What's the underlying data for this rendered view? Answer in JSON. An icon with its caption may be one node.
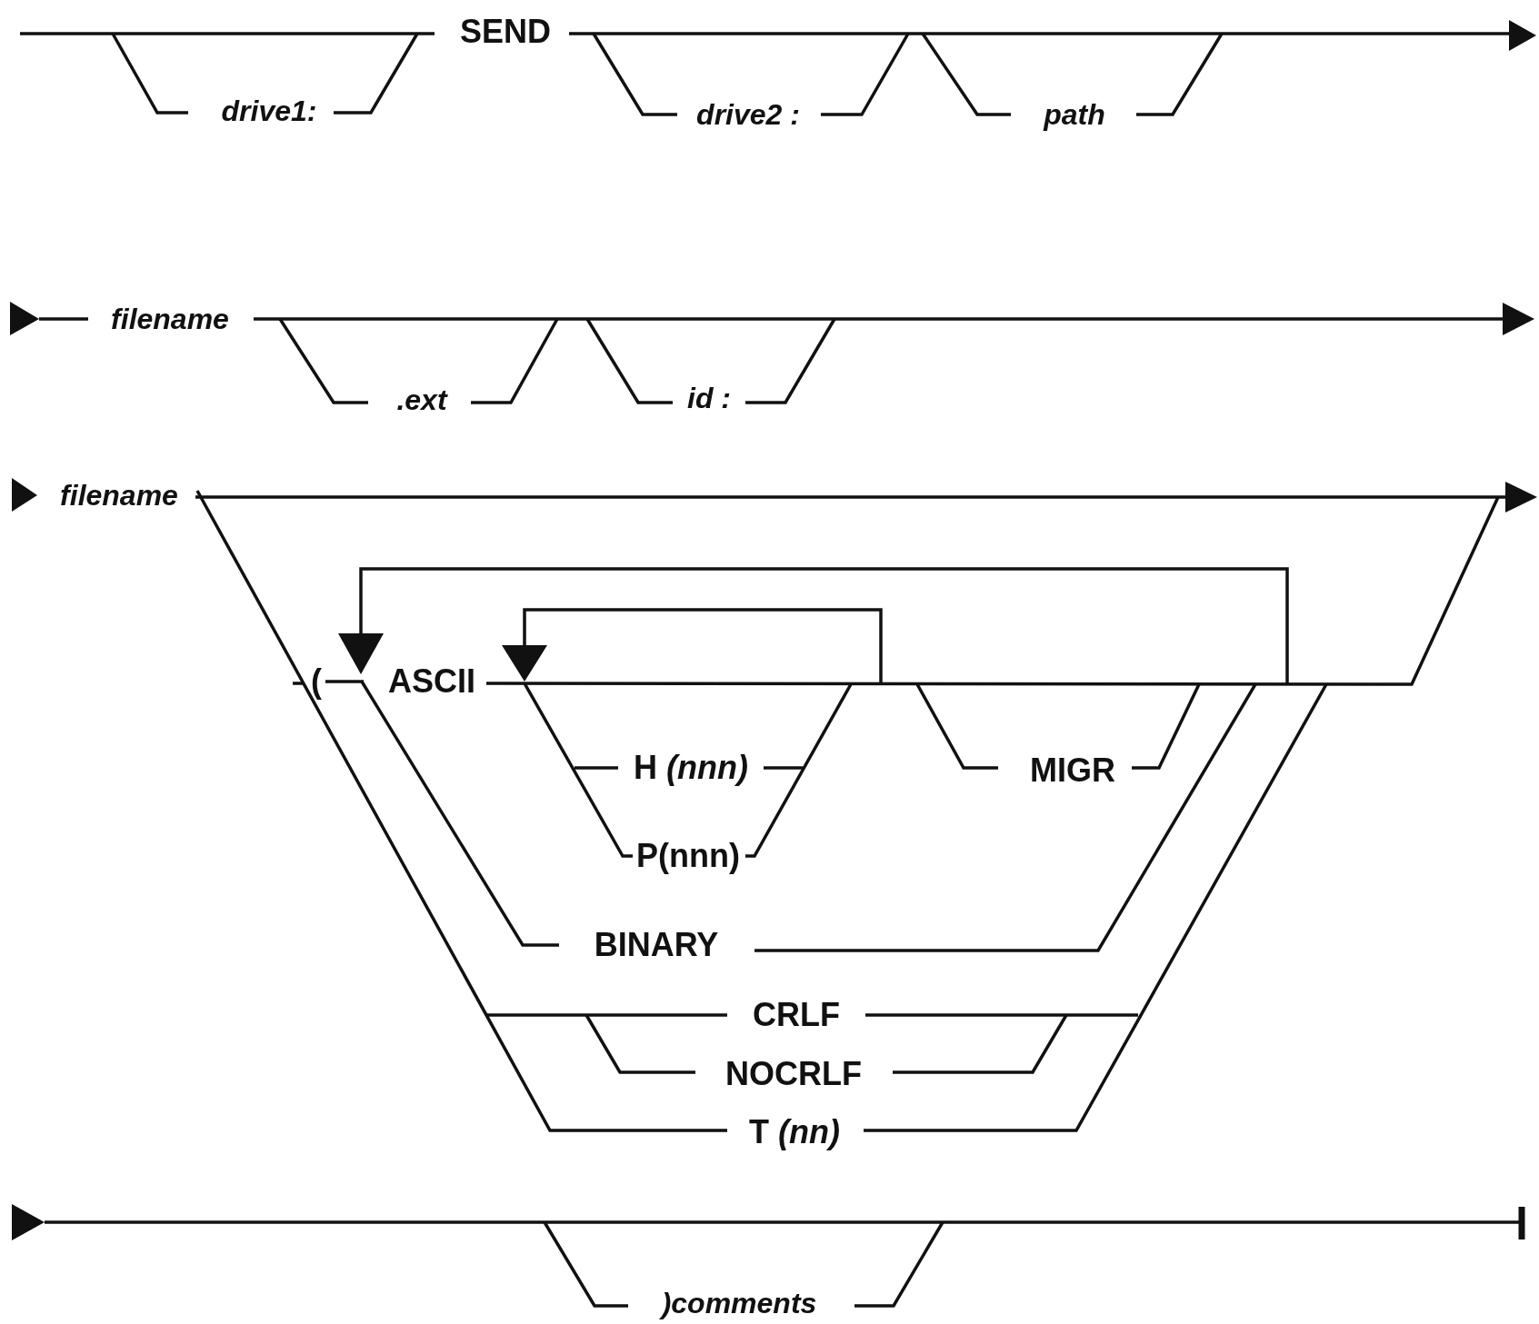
{
  "diagram": {
    "labels": [
      "SEND",
      "drive1:",
      "drive2 :",
      "path",
      "filename",
      ".ext",
      "id :",
      "filename",
      "(",
      "ASCII",
      "H *(nnn)*",
      "MIGR",
      "P(nnn)",
      "BINARY",
      "CRLF",
      "NOCRLF",
      "T *(nn)*",
      ")comments"
    ]
  }
}
